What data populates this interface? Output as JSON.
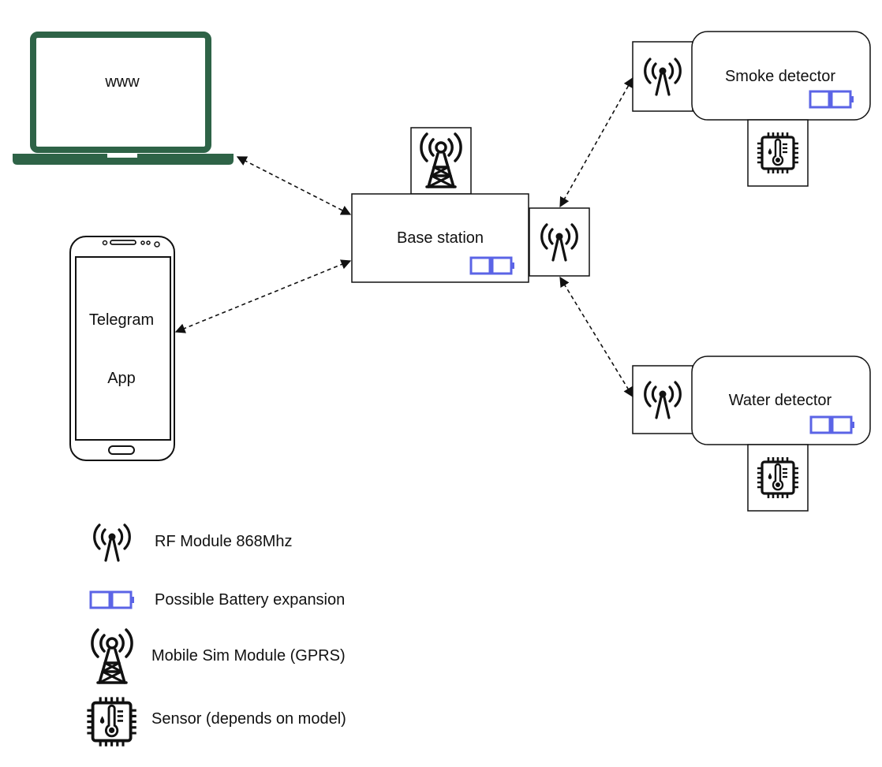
{
  "nodes": {
    "laptop": {
      "screen_text": "www"
    },
    "phone": {
      "line1": "Telegram",
      "line2": "App"
    },
    "base_station": {
      "label": "Base station"
    },
    "smoke_detector": {
      "label": "Smoke detector"
    },
    "water_detector": {
      "label": "Water detector"
    }
  },
  "legend": {
    "rf_module": "RF Module 868Mhz",
    "battery": "Possible Battery expansion",
    "sim_module": "Mobile Sim Module (GPRS)",
    "sensor": "Sensor (depends on model)"
  },
  "colors": {
    "laptop": "#2e6347",
    "battery": "#5b64e6",
    "stroke": "#111111"
  },
  "icons": {
    "rf": "antenna-signal-icon",
    "sim": "cell-tower-icon",
    "battery": "battery-icon",
    "sensor": "temperature-chip-icon"
  }
}
